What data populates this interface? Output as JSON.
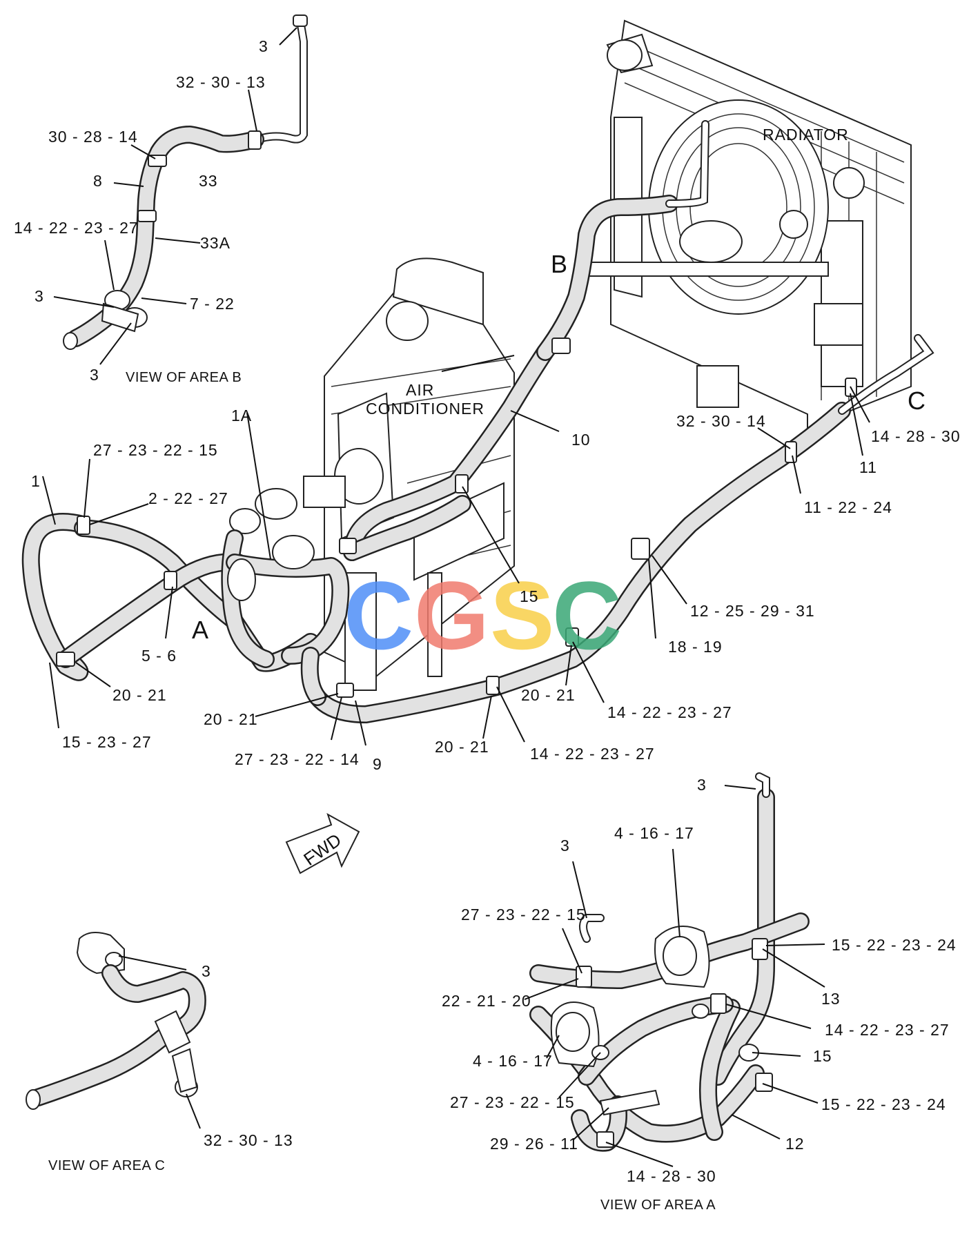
{
  "title_labels": {
    "radiator": "RADIATOR",
    "air_conditioner_line1": "AIR",
    "air_conditioner_line2": "CONDITIONER",
    "fwd": "FWD",
    "watermark": [
      "C",
      "G",
      "S",
      "C"
    ]
  },
  "area_markers": {
    "a": "A",
    "b": "B",
    "c": "C"
  },
  "view_captions": {
    "area_a": "VIEW OF AREA  A",
    "area_b": "VIEW OF AREA  B",
    "area_c": "VIEW OF AREA  C"
  },
  "callouts_main": {
    "c1": "1",
    "c1a": "1A",
    "c27_23_22_15": "27 - 23 - 22 - 15",
    "c2_22_27": "2 - 22 - 27",
    "c5_6": "5 - 6",
    "c20_21_a": "20 - 21",
    "c15_23_27": "15 - 23 - 27",
    "c20_21_b": "20 - 21",
    "c27_23_22_14": "27 - 23 - 22 - 14",
    "c9": "9",
    "c20_21_c": "20 - 21",
    "c14_22_23_27_a": "14 - 22 - 23 - 27",
    "c20_21_d": "20 - 21",
    "c14_22_23_27_b": "14 - 22 - 23 - 27",
    "c18_19": "18 - 19",
    "c12_25_29_31": "12 - 25 - 29 - 31",
    "c15": "15",
    "c10": "10",
    "c11_22_24": "11 - 22 - 24",
    "c32_30_14": "32 - 30 - 14",
    "c11": "11",
    "c14_28_30": "14 - 28 - 30"
  },
  "callouts_view_b": {
    "c3_top": "3",
    "c32_30_13": "32 - 30 - 13",
    "c30_28_14": "30 - 28 - 14",
    "c33": "33",
    "c8": "8",
    "c33a": "33A",
    "c14_22_23_27": "14 - 22 - 23 - 27",
    "c3_mid": "3",
    "c7_22": "7 - 22",
    "c3_bot": "3"
  },
  "callouts_view_c": {
    "c3": "3",
    "c32_30_13": "32 - 30 - 13"
  },
  "callouts_view_a": {
    "c3_top": "3",
    "c3_mid": "3",
    "c4_16_17_top": "4 - 16 - 17",
    "c27_23_22_15_top": "27 - 23 - 22 - 15",
    "c15_22_23_24_top": "15 - 22 - 23 - 24",
    "c13": "13",
    "c22_21_20": "22 - 21 - 20",
    "c14_22_23_27": "14 - 22 - 23 - 27",
    "c4_16_17_bot": "4 - 16 - 17",
    "c15": "15",
    "c27_23_22_15_bot": "27 - 23 - 22 - 15",
    "c15_22_23_24_bot": "15 - 22 - 23 - 24",
    "c29_26_11": "29 - 26 - 11",
    "c12": "12",
    "c14_28_30": "14 - 28 - 30"
  },
  "colors": {
    "watermark_blue": "#4f8ff7",
    "watermark_red": "#f07b6e",
    "watermark_yellow": "#f8cf4a",
    "watermark_green": "#3aa876",
    "line": "#222222",
    "hose_fill": "#e2e2e2"
  }
}
